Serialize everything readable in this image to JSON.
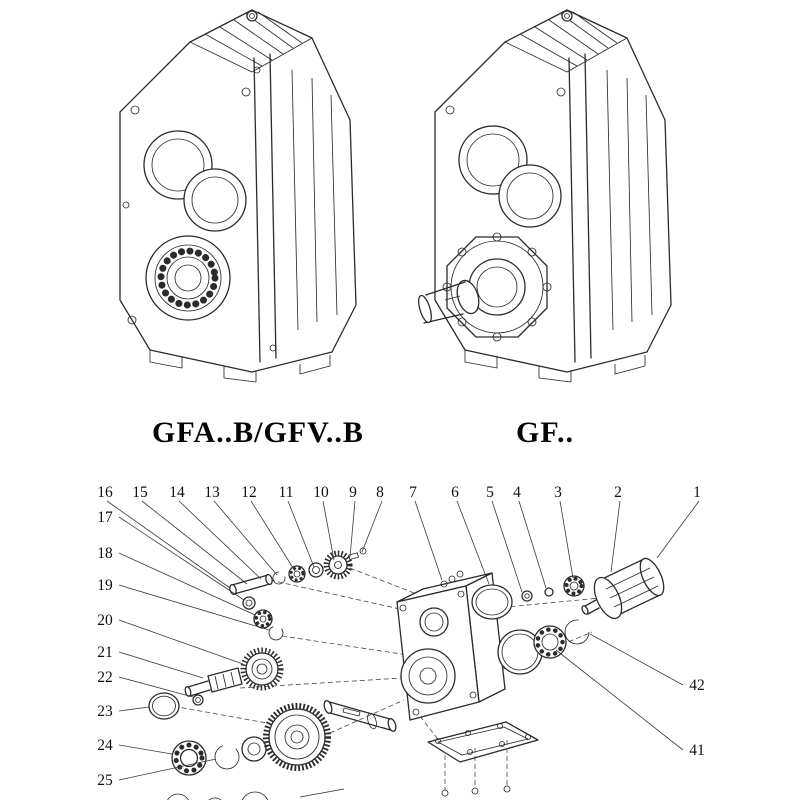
{
  "page": {
    "background": "#ffffff",
    "line_color": "#2b2b2b"
  },
  "drawings": {
    "left_label": "GFA..B/GFV..B",
    "right_label": "GF.."
  },
  "exploded": {
    "callouts": [
      "16",
      "15",
      "14",
      "13",
      "12",
      "11",
      "10",
      "9",
      "8",
      "7",
      "6",
      "5",
      "4",
      "3",
      "2",
      "1",
      "17",
      "18",
      "19",
      "20",
      "21",
      "22",
      "23",
      "24",
      "25",
      "42",
      "41"
    ]
  }
}
